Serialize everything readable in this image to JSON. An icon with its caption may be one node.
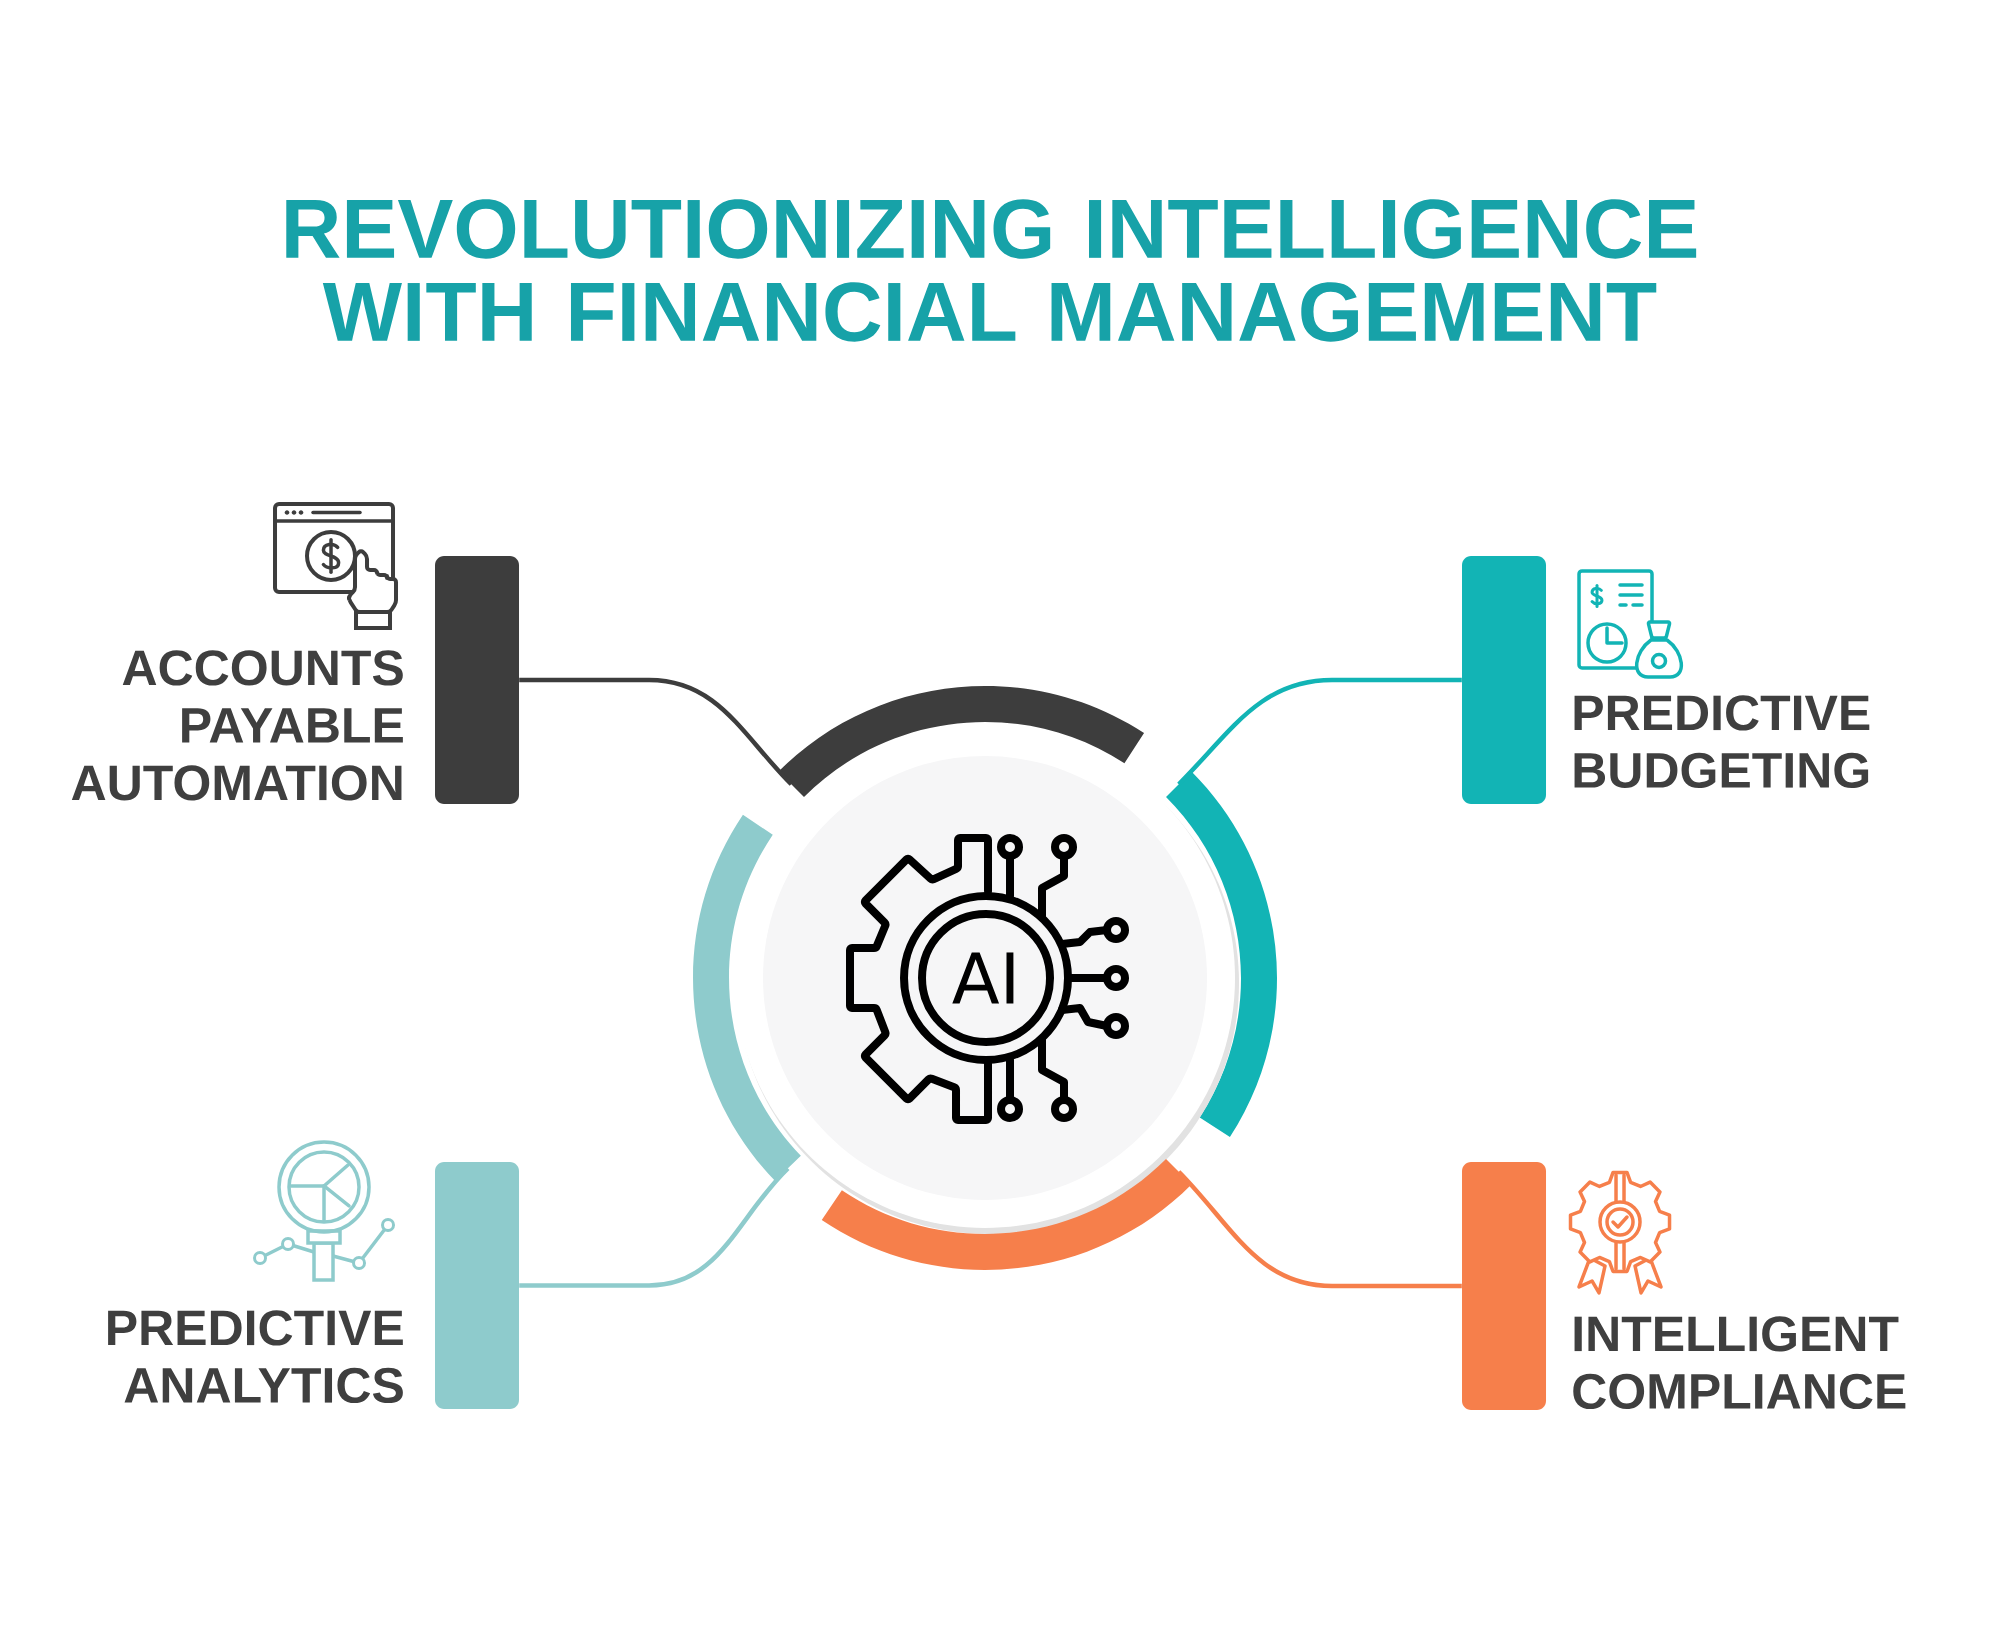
{
  "diagram": {
    "title": "REVOLUTIONIZING INTELLIGENCE WITH FINANCIAL MANAGEMENT",
    "nodes": [
      {
        "text": [],
        "shape": "bar",
        "beside": [
          "ACCOUNTS PAYABLE AUTOMATION"
        ]
      },
      {
        "text": [],
        "shape": "bar",
        "beside": [
          "PREDICTIVE BUDGETING"
        ]
      },
      {
        "text": [],
        "shape": "arc"
      },
      {
        "text": [],
        "shape": "arc"
      },
      {
        "text": [],
        "shape": "arc"
      },
      {
        "text": [
          "AI"
        ]
      },
      {
        "text": [],
        "shape": "arc"
      },
      {
        "text": [],
        "shape": "bar",
        "beside": [
          "PREDICTIVE ANALYTICS"
        ]
      },
      {
        "text": [],
        "shape": "bar",
        "beside": [
          "INTELLIGENT COMPLIANCE"
        ]
      }
    ],
    "edges": [
      {
        "from": 0,
        "to": 2,
        "arrow": "none",
        "color": "#3d3d3d"
      },
      {
        "from": 1,
        "to": 3,
        "arrow": "none",
        "color": "#12b4b5"
      },
      {
        "from": 7,
        "to": 4,
        "arrow": "none",
        "color": "#8ecbcc"
      },
      {
        "from": 8,
        "to": 6,
        "arrow": "none",
        "color": "#f67f4b"
      }
    ]
  }
}
